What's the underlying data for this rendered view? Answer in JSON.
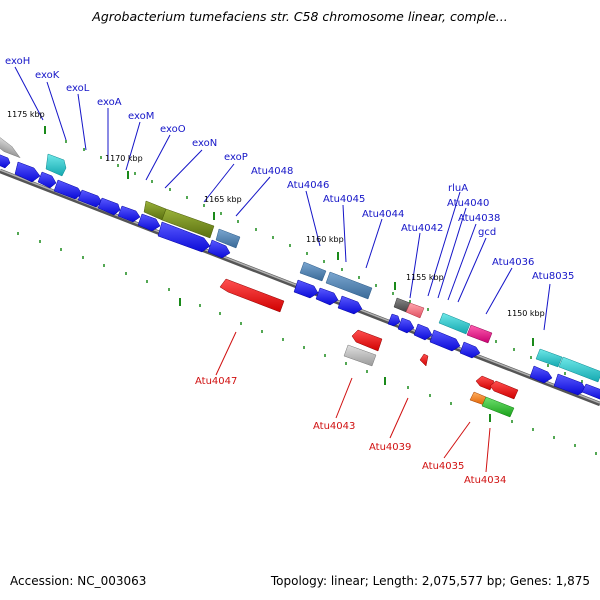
{
  "title": "Agrobacterium tumefaciens str. C58 chromosome linear, comple...",
  "footer": {
    "accession": "Accession: NC_003063",
    "summary": "Topology: linear; Length: 2,075,577 bp; Genes: 1,875"
  },
  "scale_labels": [
    "1175 kbp",
    "1170 kbp",
    "1165 kbp",
    "1160 kbp",
    "1155 kbp",
    "1150 kbp"
  ],
  "forward_gene_labels": [
    "exoH",
    "exoK",
    "exoL",
    "exoA",
    "exoM",
    "exoO",
    "exoN",
    "exoP",
    "Atu4048",
    "Atu4046",
    "Atu4045",
    "Atu4044",
    "Atu4042",
    "rluA",
    "Atu4040",
    "Atu4038",
    "gcd",
    "Atu4036",
    "Atu8035"
  ],
  "reverse_gene_labels": [
    "Atu4047",
    "Atu4043",
    "Atu4039",
    "Atu4035",
    "Atu4034"
  ],
  "colors": {
    "forward_label": "#1515c8",
    "reverse_label": "#d01010",
    "backbone": "#808080",
    "tick": "#1a8a1a",
    "gene_blue": "#1a1aee",
    "gene_cyan": "#20c8c8",
    "gene_olive": "#6f8a1c",
    "gene_steel": "#4a7fb0",
    "gene_red": "#ee1111",
    "gene_gray": "#b8b8b8",
    "gene_pink": "#f07c86",
    "gene_magenta": "#e81c8c",
    "gene_green": "#2fbf2f",
    "gene_orange": "#f08020"
  }
}
